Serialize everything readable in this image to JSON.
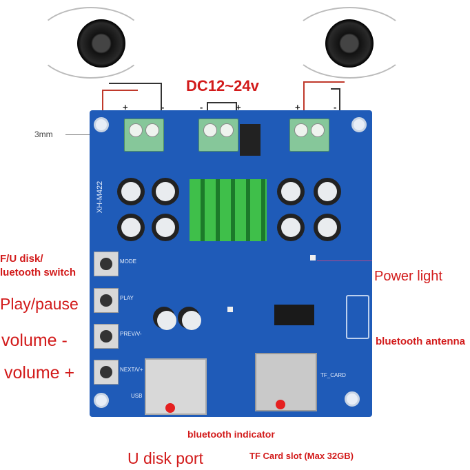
{
  "board": {
    "model": "XH-M422",
    "silk": {
      "mode": "MODE",
      "play": "PLAY",
      "prev": "PREV/V-",
      "next": "NEXT/V+",
      "usb": "USB",
      "tf": "TF_CARD"
    }
  },
  "labels": {
    "hole_size": "3mm",
    "power_input": "DC12~24v",
    "plus": "+",
    "minus": "-",
    "switch_line1": "F/U disk/",
    "switch_line2": "luetooth switch",
    "play_pause": "Play/pause",
    "volume_down": "volume -",
    "volume_up": "volume +",
    "power_light": "Power light",
    "bt_antenna": "bluetooth antenna",
    "bt_indicator": "bluetooth indicator",
    "u_disk_port": "U disk port",
    "tf_slot": "TF Card slot (Max 32GB)"
  },
  "colors": {
    "label": "#d21a1a",
    "board": "#1f5bb8",
    "heatsink": "#3fbf4a"
  }
}
